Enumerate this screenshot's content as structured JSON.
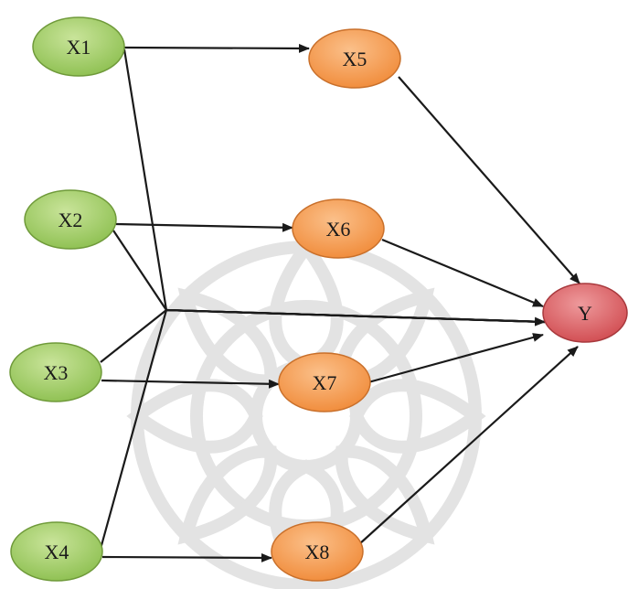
{
  "diagram": {
    "nodes": [
      {
        "id": "x1",
        "label": "X1",
        "group": "input"
      },
      {
        "id": "x2",
        "label": "X2",
        "group": "input"
      },
      {
        "id": "x3",
        "label": "X3",
        "group": "input"
      },
      {
        "id": "x4",
        "label": "X4",
        "group": "input"
      },
      {
        "id": "x5",
        "label": "X5",
        "group": "mediator"
      },
      {
        "id": "x6",
        "label": "X6",
        "group": "mediator"
      },
      {
        "id": "x7",
        "label": "X7",
        "group": "mediator"
      },
      {
        "id": "x8",
        "label": "X8",
        "group": "mediator"
      },
      {
        "id": "y",
        "label": "Y",
        "group": "output"
      }
    ],
    "edges": [
      {
        "from": "x1",
        "to": "x5"
      },
      {
        "from": "x2",
        "to": "x6"
      },
      {
        "from": "x3",
        "to": "x7"
      },
      {
        "from": "x4",
        "to": "x8"
      },
      {
        "from": "x5",
        "to": "y"
      },
      {
        "from": "x6",
        "to": "y"
      },
      {
        "from": "x7",
        "to": "y"
      },
      {
        "from": "x8",
        "to": "y"
      },
      {
        "from": "x1",
        "to": "y",
        "via": "junction"
      },
      {
        "from": "x2",
        "to": "y",
        "via": "junction"
      },
      {
        "from": "x3",
        "to": "y",
        "via": "junction"
      },
      {
        "from": "x4",
        "to": "y",
        "via": "junction"
      }
    ],
    "colors": {
      "input_fill": "#8cbf4f",
      "input_highlight": "#c9e49a",
      "input_stroke": "#6f9a3a",
      "mediator_fill": "#f08a38",
      "mediator_highlight": "#fbc08a",
      "mediator_stroke": "#c9702b",
      "output_fill": "#d04a4f",
      "output_highlight": "#ee9a9c",
      "output_stroke": "#a8393d",
      "edge": "#1a1a1a",
      "watermark": "#e3e3e3"
    },
    "watermark": {
      "icon": "ornamental-rosette-watermark"
    }
  }
}
